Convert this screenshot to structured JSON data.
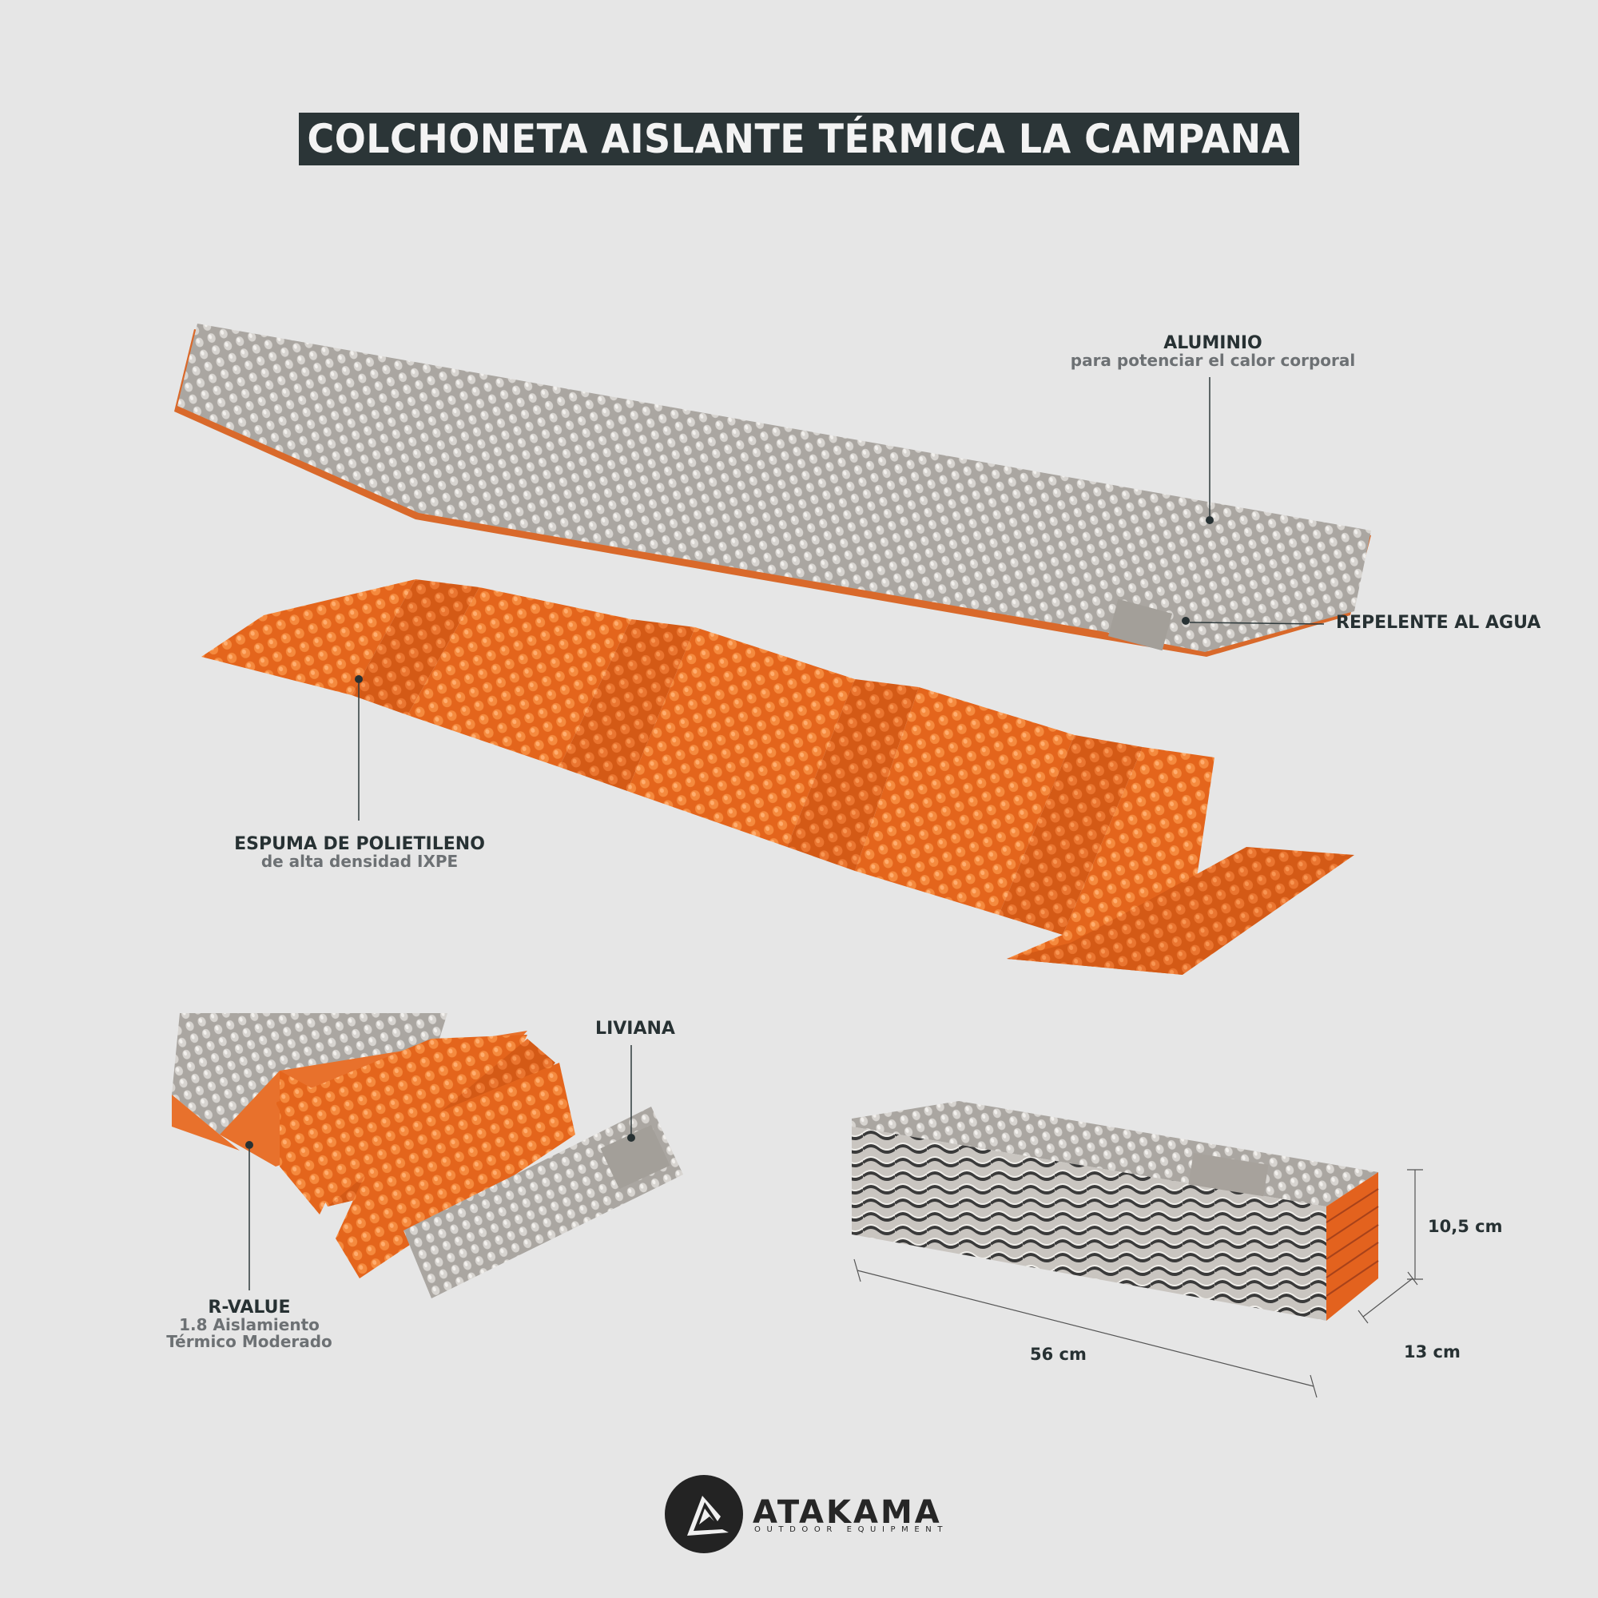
{
  "title": "COLCHONETA AISLANTE TÉRMICA LA CAMPANA",
  "colors": {
    "background": "#e6e6e6",
    "title_bg": "#2b3537",
    "title_text": "#f3f3f3",
    "label_dark": "#273133",
    "label_gray": "#6d7174",
    "foam_orange": "#f07a2e",
    "aluminum": "#b7b3ae"
  },
  "callouts": {
    "aluminio": {
      "main": "ALUMINIO",
      "sub": "para potenciar el calor corporal"
    },
    "repelente": {
      "main": "REPELENTE AL AGUA"
    },
    "espuma": {
      "main": "ESPUMA DE POLIETILENO",
      "sub": "de alta densidad IXPE"
    },
    "liviana": {
      "main": "LIVIANA"
    },
    "rvalue": {
      "main": "R-VALUE",
      "sub1": "1.8 Aislamiento",
      "sub2": "Térmico Moderado"
    }
  },
  "dimensions": {
    "height": "10,5 cm",
    "length": "56 cm",
    "depth": "13 cm"
  },
  "brand": {
    "name": "ATAKAMA",
    "tagline": "OUTDOOR EQUIPMENT",
    "icon": "mountain-logo-icon"
  }
}
